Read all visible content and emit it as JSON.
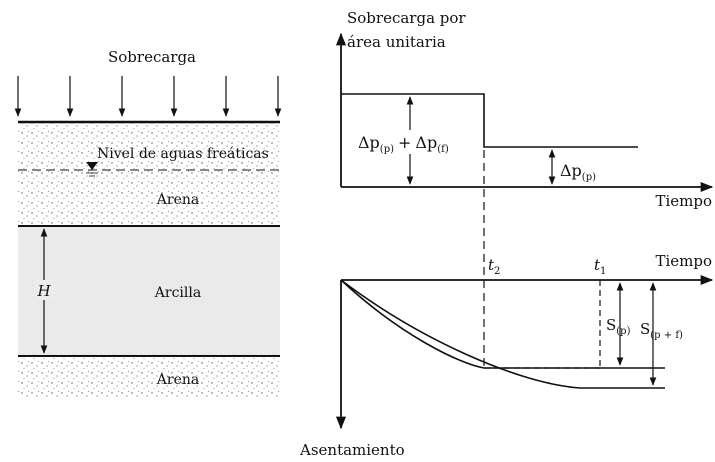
{
  "soil_profile": {
    "surcharge_label": "Sobrecarga",
    "water_table_label": "Nivel de aguas freáticas",
    "top_sand_label": "Arena",
    "clay_label": "Arcilla",
    "bottom_sand_label": "Arena",
    "thickness_label": "H"
  },
  "load_chart": {
    "y_axis_label_line1": "Sobrecarga por",
    "y_axis_label_line2": "área unitaria",
    "x_axis_label": "Tiempo",
    "total_load_label": {
      "d1": "Δp",
      "s1": "(p)",
      "plus": "+",
      "d2": "Δp",
      "s2": "(f)"
    },
    "permanent_load_label": {
      "d": "Δp",
      "s": "(p)"
    }
  },
  "settlement_chart": {
    "x_axis_label": "Tiempo",
    "y_axis_label": "Asentamiento",
    "t2": {
      "main": "t",
      "sub": "2"
    },
    "t1": {
      "main": "t",
      "sub": "1"
    },
    "s_p": {
      "main": "S",
      "sub": "(p)"
    },
    "s_pf": {
      "main": "S",
      "sub": "(p + f)"
    }
  }
}
